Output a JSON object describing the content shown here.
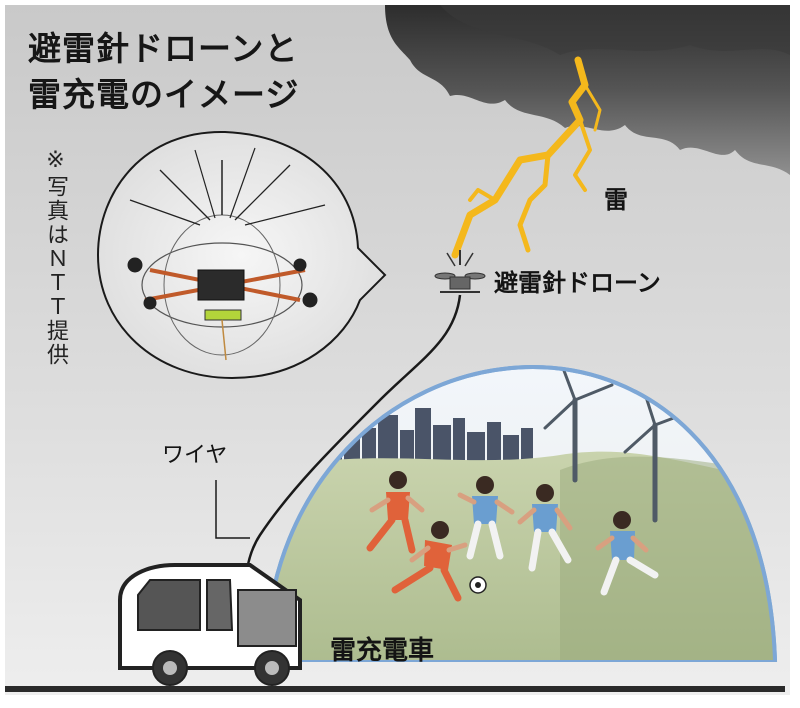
{
  "title_line1": "避雷針ドローンと",
  "title_line2": "雷充電のイメージ",
  "photo_note": "※写真はＮＴＴ提供",
  "labels": {
    "thunder": "雷",
    "drone": "避雷針ドローン",
    "wire": "ワイヤ",
    "vehicle": "雷充電車"
  },
  "colors": {
    "background": "#ffffff",
    "storm_cloud": "#4a4a4a",
    "lightning": "#f4b81c",
    "dome_edge": "#7da7d6",
    "field": "#b9c79a",
    "city": "#4a5468",
    "orange_team": "#e0623a",
    "blue_team": "#6a9ed0"
  }
}
